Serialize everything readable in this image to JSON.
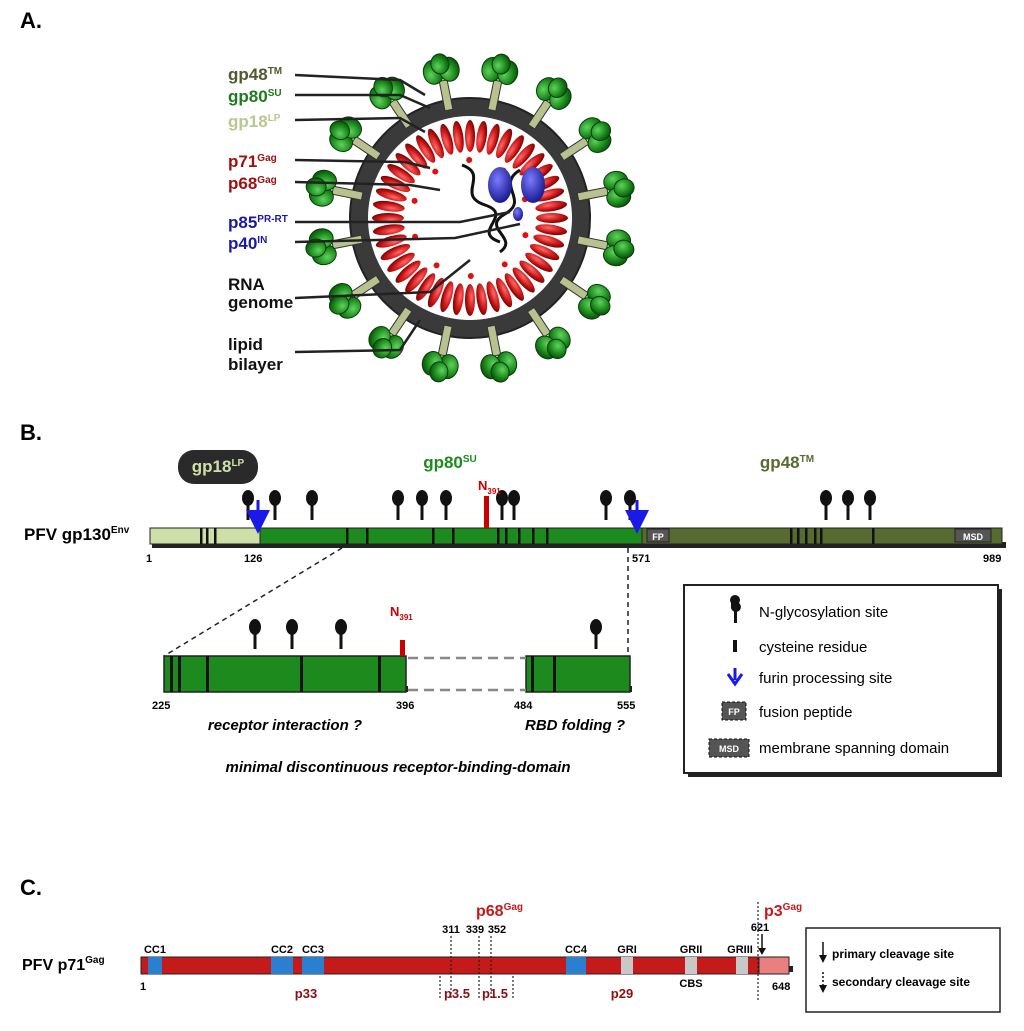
{
  "panels": {
    "a": "A.",
    "b": "B.",
    "c": "C."
  },
  "panel_a": {
    "labels": [
      {
        "main": "gp48",
        "sup": "TM",
        "color": "#4e5b2f"
      },
      {
        "main": "gp80",
        "sup": "SU",
        "color": "#1f7a1f"
      },
      {
        "main": "gp18",
        "sup": "LP",
        "color": "#b7c98f"
      },
      {
        "main": "p71",
        "sup": "Gag",
        "color": "#a01010"
      },
      {
        "main": "p68",
        "sup": "Gag",
        "color": "#a01010"
      },
      {
        "main": "p85",
        "sup": "PR-RT",
        "color": "#1a1aa0"
      },
      {
        "main": "p40",
        "sup": "IN",
        "color": "#1a1aa0"
      },
      {
        "main": "RNA",
        "sup": "",
        "color": "#111111"
      },
      {
        "main": "genome",
        "sup": "",
        "color": "#111111"
      },
      {
        "main": "lipid",
        "sup": "",
        "color": "#111111"
      },
      {
        "main": "bilayer",
        "sup": "",
        "color": "#111111"
      }
    ]
  },
  "panel_b": {
    "protein": {
      "main": "PFV gp130",
      "sup": "Env"
    },
    "domains": {
      "lp": {
        "main": "gp18",
        "sup": "LP"
      },
      "su": {
        "main": "gp80",
        "sup": "SU"
      },
      "tm": {
        "main": "gp48",
        "sup": "TM"
      }
    },
    "glyco_site": {
      "main": "N",
      "sub": "391"
    },
    "fp_label": "FP",
    "msd_label": "MSD",
    "positions": {
      "start": "1",
      "furin1": "126",
      "furin2": "571",
      "end": "989"
    },
    "rbd": {
      "start": "225",
      "mid_end": "396",
      "mid_start": "484",
      "end": "555",
      "left_caption": "receptor interaction ?",
      "right_caption": "RBD folding ?",
      "title": "minimal discontinuous receptor-binding-domain"
    },
    "legend": [
      {
        "icon": "n-glycosylation-icon",
        "label": "N-glycosylation site"
      },
      {
        "icon": "cysteine-icon",
        "label": "cysteine residue"
      },
      {
        "icon": "furin-arrow-icon",
        "label": "furin processing site"
      },
      {
        "icon": "fp-box-icon",
        "label": "fusion peptide",
        "icon_text": "FP"
      },
      {
        "icon": "msd-box-icon",
        "label": "membrane spanning domain",
        "icon_text": "MSD"
      }
    ],
    "colors": {
      "lp": "#cde0a8",
      "su": "#1c8a1c",
      "tm": "#556b2f",
      "furin": "#1a1ae6",
      "glyco_red": "#cc0000"
    }
  },
  "panel_c": {
    "protein": {
      "main": "PFV p71",
      "sup": "Gag"
    },
    "cc": [
      "CC1",
      "CC2",
      "CC3",
      "CC4"
    ],
    "gr": [
      "GRI",
      "GRII",
      "GRIII"
    ],
    "cbs": "CBS",
    "sites": [
      "311",
      "339",
      "352"
    ],
    "p68": {
      "main": "p68",
      "sup": "Gag"
    },
    "p3": {
      "main": "p3",
      "sup": "Gag"
    },
    "site621": "621",
    "start": "1",
    "end": "648",
    "fragments": [
      "p33",
      "p3.5",
      "p1.5",
      "p29"
    ],
    "legend": [
      "primary cleavage site",
      "secondary cleavage site"
    ],
    "colors": {
      "gag": "#c41a1a",
      "cc": "#2a7fd0",
      "gr": "#c8c8c8",
      "p3": "#e88080"
    }
  }
}
